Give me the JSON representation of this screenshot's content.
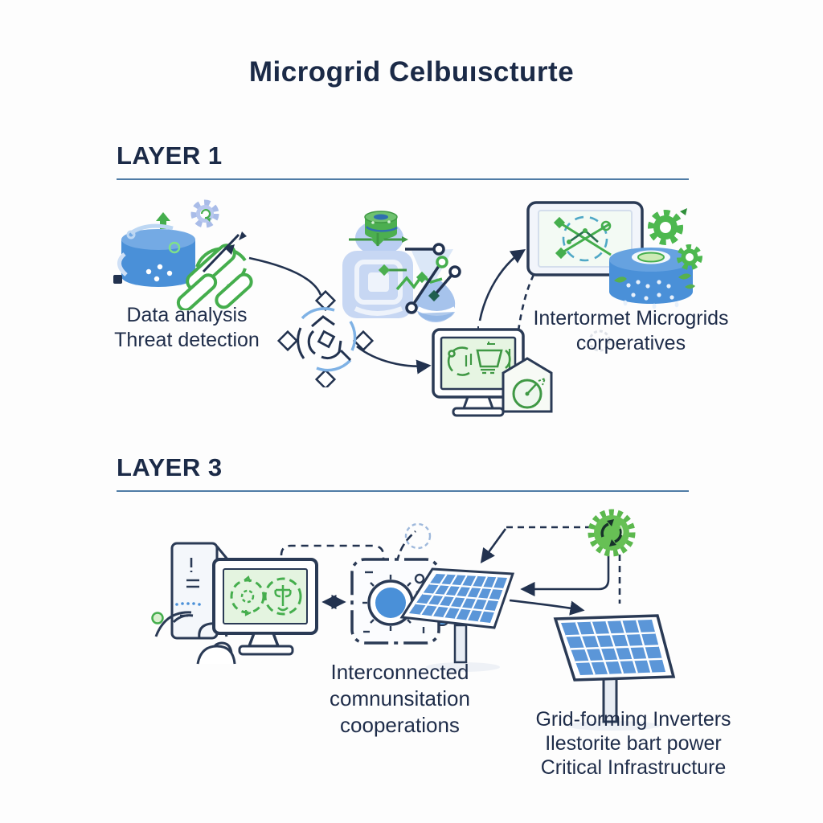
{
  "title": "Microgrid Celbuıscturte",
  "layer1": {
    "heading": "LAYER 1",
    "labels": {
      "data_analysis": [
        "Data analysis",
        "Threat detection"
      ],
      "microgrids": [
        "Intertormet Microgrids",
        "corperatives"
      ]
    }
  },
  "layer3": {
    "heading": "LAYER 3",
    "labels": {
      "interconnected": [
        "Interconnected",
        "comnunsitation",
        "cooperations"
      ],
      "inverters": [
        "Grid-forming Inverters",
        "Ilestorite bart power",
        "Critical Infrastructure"
      ]
    }
  },
  "icons": {
    "layer1": [
      "database-analytics-icon",
      "gear-icon",
      "trend-bars-icon",
      "radar-compass-icon",
      "data-pipeline-icon",
      "camera-box-icon",
      "droplet-icon",
      "zigzag-chart-icon",
      "monitoring-screen-icon",
      "shield-gauge-icon",
      "tablet-network-icon",
      "database-cylinder-icon",
      "green-gears-icon"
    ],
    "layer3": [
      "pc-tower-icon",
      "operator-icon",
      "sync-monitor-icon",
      "control-dial-icon",
      "solar-panel-icon",
      "solar-panel-icon",
      "eco-gear-badge-icon"
    ]
  },
  "colors": {
    "title_text": "#1b2a47",
    "divider": "#4f7ca6",
    "connector": "#22324f",
    "blue": "#4a90d8",
    "light_blue": "#a9c4ec",
    "green": "#45ae4d",
    "screen_green": "#e6f5e2",
    "panel_cell_blue": "#5b96d8"
  }
}
